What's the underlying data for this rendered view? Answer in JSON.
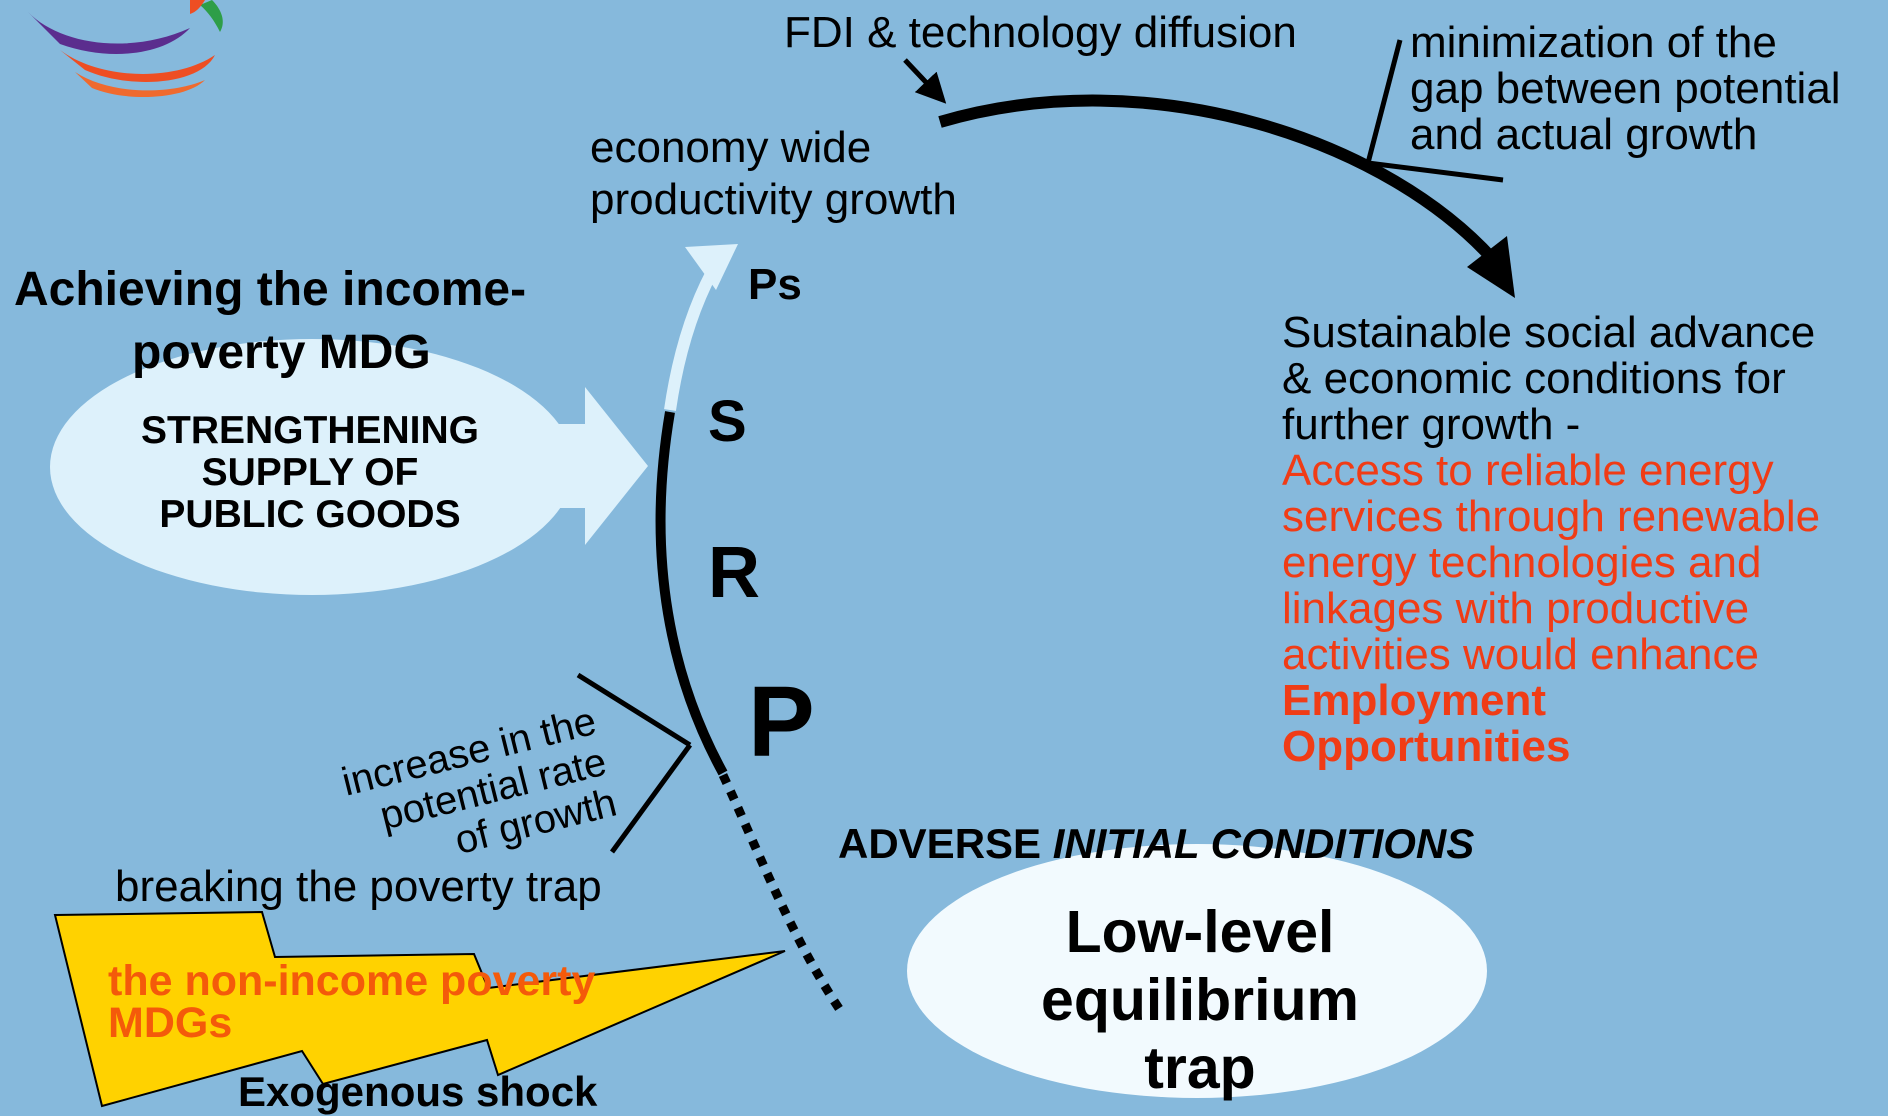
{
  "fdi": "FDI & technology diffusion",
  "minimization": [
    "minimization of the",
    "gap between potential",
    "and actual growth"
  ],
  "productivity": [
    "economy wide",
    "productivity growth"
  ],
  "goal_title": [
    "Achieving the income-",
    "poverty MDG"
  ],
  "supply": [
    "STRENGTHENING",
    "SUPPLY OF",
    "PUBLIC GOODS"
  ],
  "curve_labels": {
    "ps": "Ps",
    "s": "S",
    "r": "R",
    "p": "P"
  },
  "sustainable": {
    "black": [
      "Sustainable social advance",
      "& economic conditions for",
      "further growth -"
    ],
    "red": [
      "Access to reliable energy",
      "services through renewable",
      "energy technologies and",
      "linkages with productive",
      "activities would enhance"
    ],
    "red_bold": [
      "Employment",
      "Opportunities"
    ]
  },
  "potential_rate": [
    "increase in the",
    "potential rate",
    "of growth"
  ],
  "breaking": "breaking the poverty trap",
  "non_income": [
    "the non-income poverty",
    "MDGs"
  ],
  "exogenous": "Exogenous shock",
  "adverse": {
    "plain": "ADVERSE ",
    "italic": "INITIAL CONDITIONS"
  },
  "trap": [
    "Low-level",
    "equilibrium",
    "trap"
  ],
  "colors": {
    "background": "#86B9DC",
    "pale_blue": "#DDF1FB",
    "lightning": "#FFD200",
    "red_text": "#F03C16",
    "orange_text": "#F45A0A",
    "logo_purple": "#5B2D8E",
    "logo_orange": "#EE4E23",
    "logo_green": "#2E9E48"
  }
}
